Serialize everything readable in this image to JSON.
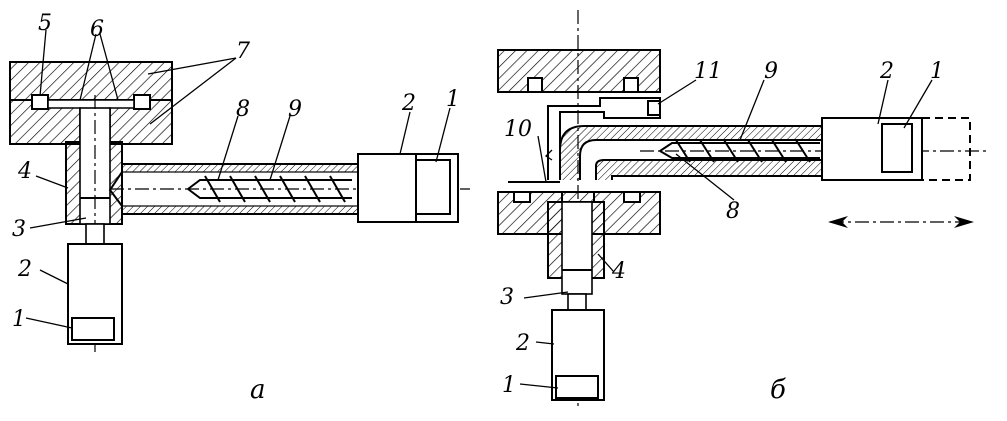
{
  "figure_a": {
    "caption": "а",
    "labels": {
      "l1_left": "1",
      "l2_left": "2",
      "l3": "3",
      "l4": "4",
      "l5": "5",
      "l6": "6",
      "l7": "7",
      "l8": "8",
      "l9": "9",
      "l2_right": "2",
      "l1_right": "1"
    }
  },
  "figure_b": {
    "caption": "б",
    "labels": {
      "l11": "11",
      "l9": "9",
      "l2_right": "2",
      "l1_right": "1",
      "l10": "10",
      "l8": "8",
      "l4": "4",
      "l3": "3",
      "l2_bottom": "2",
      "l1_bottom": "1"
    }
  }
}
